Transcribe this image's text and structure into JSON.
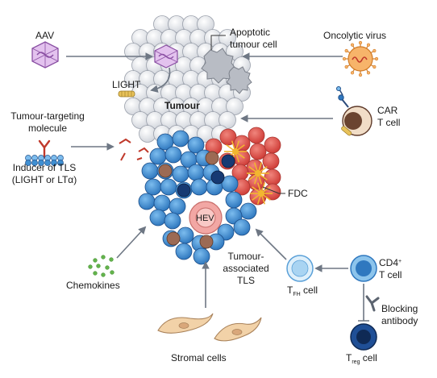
{
  "labels": {
    "aav": "AAV",
    "apoptotic_line1": "Apoptotic",
    "apoptotic_line2": "tumour cell",
    "oncolytic": "Oncolytic virus",
    "light": "LIGHT",
    "tumour": "Tumour",
    "targeting_line1": "Tumour-targeting",
    "targeting_line2": "molecule",
    "inducer_line1": "Inducer of TLS",
    "inducer_line2": "(LIGHT or LTα)",
    "car_line1": "CAR",
    "car_line2": "T cell",
    "fdc": "FDC",
    "hev": "HEV",
    "tatls_line1": "Tumour-",
    "tatls_line2": "associated",
    "tatls_line3": "TLS",
    "chemokines": "Chemokines",
    "tfh_main": "T",
    "tfh_sub": "FH",
    "tfh_rest": " cell",
    "cd4_main": "CD4",
    "cd4_sup": "+",
    "cd4_line2": "T cell",
    "blocking_line1": "Blocking",
    "blocking_line2": "antibody",
    "treg_main": "T",
    "treg_sub": "reg",
    "treg_rest": " cell",
    "stromal": "Stromal cells"
  },
  "colors": {
    "tumour_cell": "#e6e8ec",
    "tumour_outline": "#9aa0ab",
    "b_cell": "#3f8fd2",
    "b_cell_dark": "#1d4f8a",
    "t_cell_red": "#e2574f",
    "fdc_yellow": "#f2b630",
    "macrophage_brown": "#9c6a54",
    "hev_pink": "#f2a7a4",
    "aav_purple": "#c58fd6",
    "oncolytic_orange": "#f3a04b",
    "arrow_gray": "#6e7784",
    "chemokine_green": "#63b34b",
    "stromal_tan": "#f2d2a8",
    "treg_navy": "#173a73",
    "car_brown": "#5e3a2a"
  }
}
